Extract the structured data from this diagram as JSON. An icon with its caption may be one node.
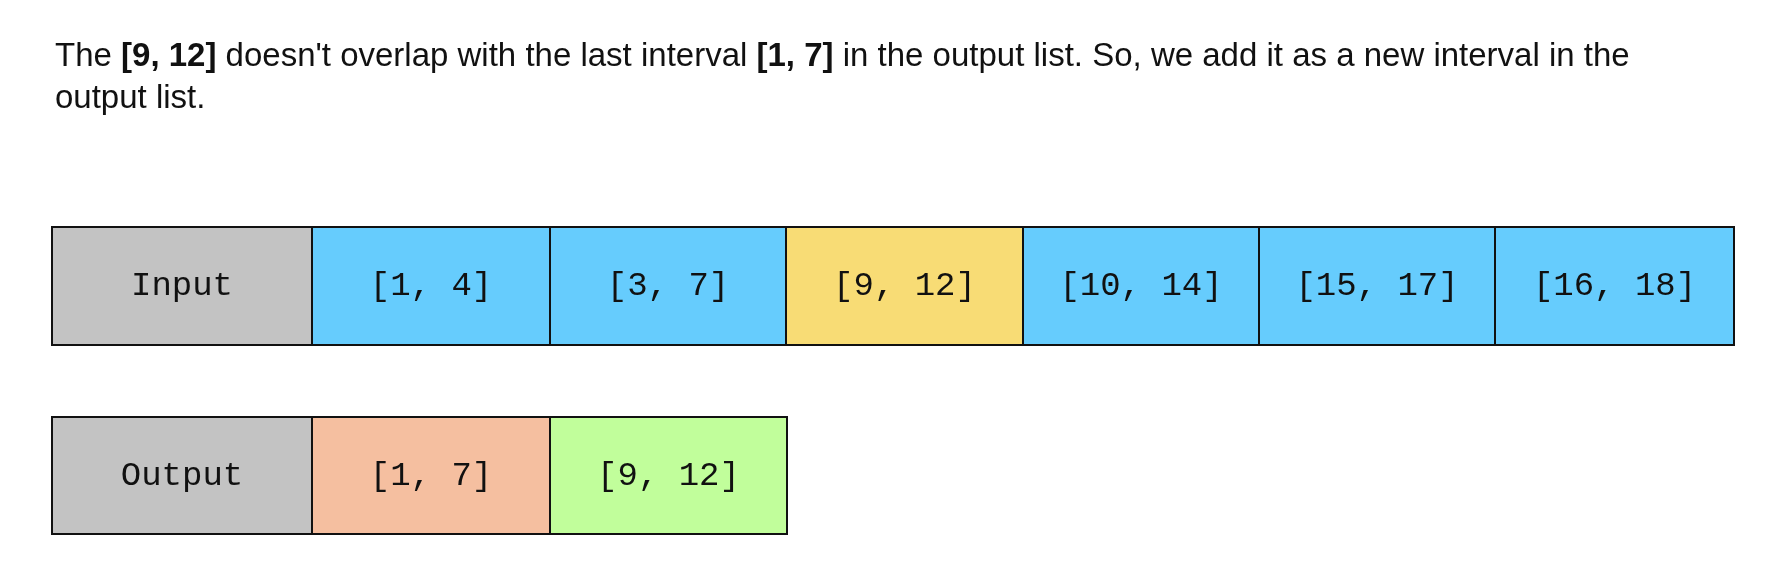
{
  "diagram": {
    "title": "The **[9, 12]** doesn't overlap with the last interval **[1, 7]** in the output list. So, we add it as a new interval in the output list.",
    "nodes": [
      {
        "text": [
          "Input"
        ]
      },
      {
        "text": [
          "[1, 4]"
        ]
      },
      {
        "text": [
          "[3, 7]"
        ]
      },
      {
        "text": [
          "[9, 12]"
        ]
      },
      {
        "text": [
          "[10, 14]"
        ]
      },
      {
        "text": [
          "[15, 17]"
        ]
      },
      {
        "text": [
          "[16, 18]"
        ]
      },
      {
        "text": [
          "Output"
        ]
      },
      {
        "text": [
          "[1, 7]"
        ]
      },
      {
        "text": [
          "[9, 12]"
        ]
      }
    ]
  }
}
